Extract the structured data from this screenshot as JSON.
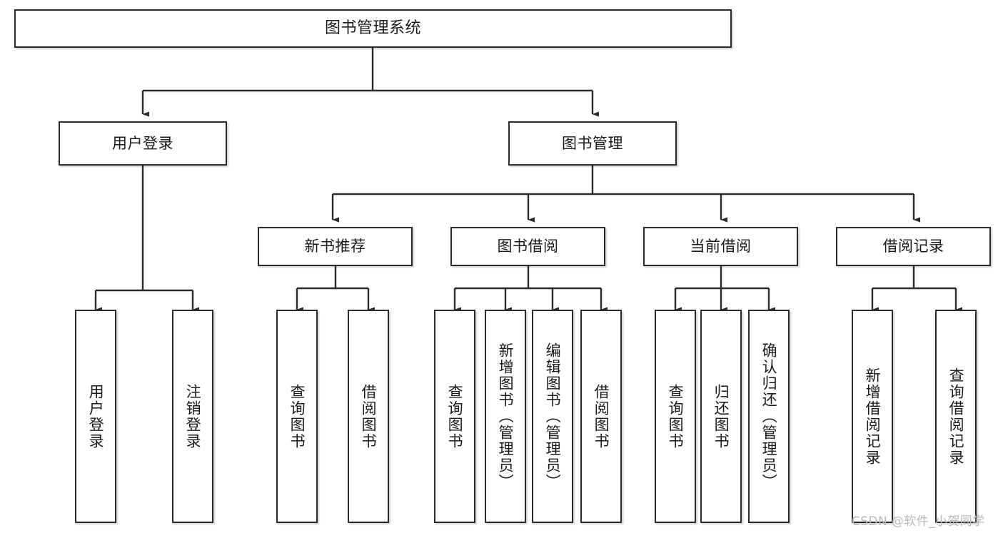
{
  "diagram": {
    "title": "图书管理系统",
    "type": "tree-hierarchy-chart",
    "watermark": "CSDN @软件_小贺同学",
    "colors": {
      "box_border": "#2b2b2b",
      "box_fill": "#ffffff",
      "edge": "#2b2b2b",
      "text": "#1a1a1a",
      "watermark": "#b9b9b9"
    },
    "nodes": {
      "root": {
        "label": "图书管理系统"
      },
      "level2": [
        {
          "label": "用户登录"
        },
        {
          "label": "图书管理"
        }
      ],
      "level3": [
        {
          "label": "新书推荐"
        },
        {
          "label": "图书借阅"
        },
        {
          "label": "当前借阅"
        },
        {
          "label": "借阅记录"
        }
      ],
      "leaves_user_login": [
        {
          "label": "用户登录"
        },
        {
          "label": "注销登录"
        }
      ],
      "leaves_new_book": [
        {
          "label": "查询图书"
        },
        {
          "label": "借阅图书"
        }
      ],
      "leaves_borrow": [
        {
          "label": "查询图书"
        },
        {
          "label": "新增图书（管理员）"
        },
        {
          "label": "编辑图书（管理员）"
        },
        {
          "label": "借阅图书"
        }
      ],
      "leaves_current": [
        {
          "label": "查询图书"
        },
        {
          "label": "归还图书"
        },
        {
          "label": "确认归还（管理员）"
        }
      ],
      "leaves_records": [
        {
          "label": "新增借阅记录"
        },
        {
          "label": "查询借阅记录"
        }
      ]
    }
  }
}
